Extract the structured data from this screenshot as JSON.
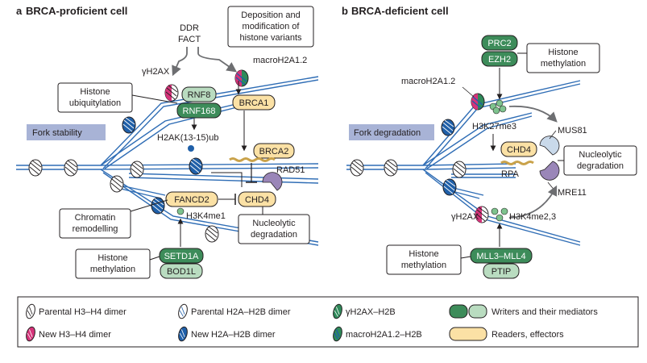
{
  "colors": {
    "dna": "#2f6db5",
    "dna_light": "#a9c8e8",
    "writer_dark": "#3d8c5a",
    "writer_light": "#b9dcc0",
    "reader": "#fbe1a5",
    "reader_border": "#c9a24a",
    "state_box": "#a8b3d6",
    "callout_border": "#231f20",
    "nucleosome_parental": "#e5e5e5",
    "nucleosome_new_h3": "#d6337a",
    "nucleosome_new_h2a": "#1f5fa8",
    "macro": "#1f5fa8",
    "purple": "#9a86b8",
    "marks": "#7ec38e"
  },
  "panel_a": {
    "letter": "a",
    "title": "BRCA-proficient cell",
    "state_label": "Fork stability",
    "ddr": "DDR",
    "fact": "FACT",
    "callout_deposition": [
      "Deposition and",
      "modification of",
      "histone variants"
    ],
    "gamma_h2ax": "γH2AX",
    "macroh2a": "macroH2A1.2",
    "rnf8": "RNF8",
    "rnf168": "RNF168",
    "callout_ubiq": [
      "Histone",
      "ubiquitylation"
    ],
    "brca1": "BRCA1",
    "h2ak": "H2AK(13-15)ub",
    "brca2": "BRCA2",
    "rad51": "RAD51",
    "fancd2": "FANCD2",
    "chd4": "CHD4",
    "h3k4me1": "H3K4me1",
    "callout_chromatin": [
      "Chromatin",
      "remodelling"
    ],
    "callout_nucleolytic": [
      "Nucleolytic",
      "degradation"
    ],
    "callout_methylation": [
      "Histone",
      "methylation"
    ],
    "setd1a": "SETD1A",
    "bod1l": "BOD1L"
  },
  "panel_b": {
    "letter": "b",
    "title": "BRCA-deficient cell",
    "state_label": "Fork degradation",
    "prc2": "PRC2",
    "ezh2": "EZH2",
    "callout_methylation_top": [
      "Histone",
      "methylation"
    ],
    "macroh2a": "macroH2A1.2",
    "h3k27me3": "H3K27me3",
    "mus81": "MUS81",
    "chd4": "CHD4",
    "rpa": "RPA",
    "callout_nucleolytic": [
      "Nucleolytic",
      "degradation"
    ],
    "mre11": "MRE11",
    "gamma_h2ax": "γH2AX",
    "h3k4me23": "H3K4me2,3",
    "callout_methylation_bottom": [
      "Histone",
      "methylation"
    ],
    "mll": "MLL3–MLL4",
    "ptip": "PTIP"
  },
  "legend": {
    "items": [
      {
        "label": "Parental H3–H4 dimer"
      },
      {
        "label": "Parental H2A–H2B dimer"
      },
      {
        "label": "γH2AX–H2B"
      },
      {
        "label": "Writers and their mediators"
      },
      {
        "label": "New H3–H4 dimer"
      },
      {
        "label": "New H2A–H2B dimer"
      },
      {
        "label": "macroH2A1.2–H2B"
      },
      {
        "label": "Readers, effectors"
      }
    ]
  }
}
